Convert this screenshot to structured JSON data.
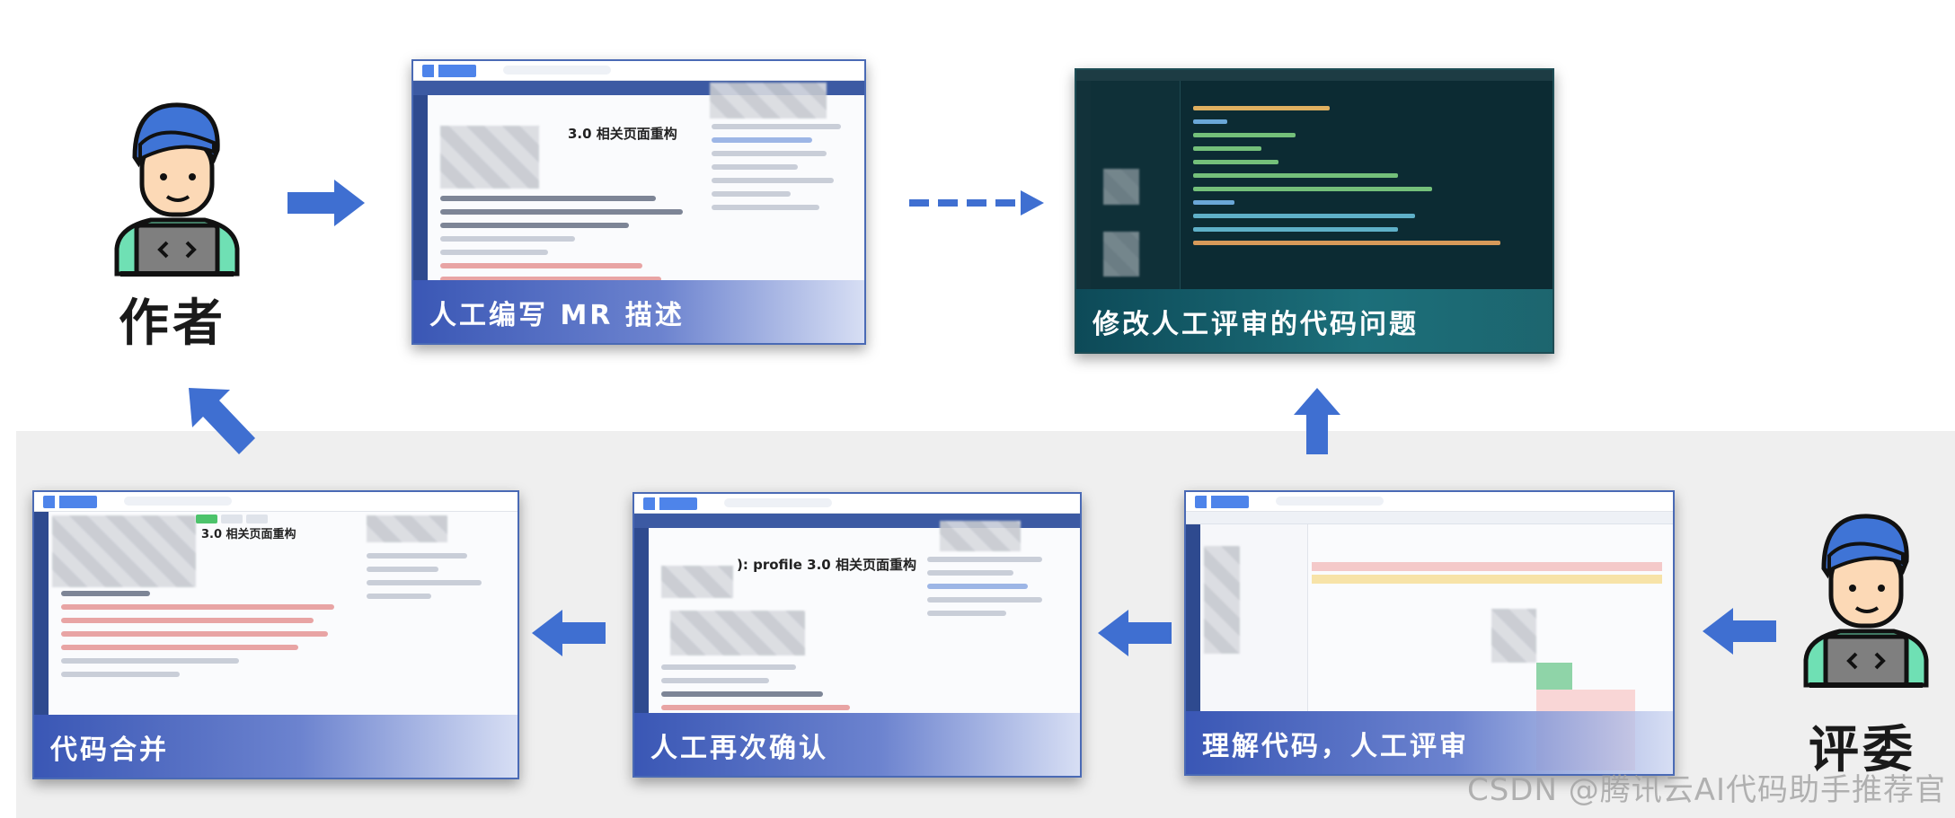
{
  "roles": {
    "author": "作者",
    "reviewer": "评委"
  },
  "steps": {
    "write_mr": "人工编写 MR 描述",
    "fix_issues": "修改人工评审的代码问题",
    "understand_review": "理解代码，人工评审",
    "confirm_again": "人工再次确认",
    "merge": "代码合并"
  },
  "mr_title": "3.0 相关页面重构",
  "mr_title_alt": "): profile 3.0 相关页面重构",
  "watermark": "CSDN @腾讯云AI代码助手推荐官",
  "colors": {
    "arrow_blue": "#3f6fd1",
    "card_border": "#4a6ab5",
    "caption_blue": "#3a57b5",
    "caption_teal": "#0d4a58",
    "band_gray": "#efefef"
  },
  "icons": [
    "developer-avatar-icon",
    "laptop-code-icon",
    "arrow-right-icon",
    "arrow-left-icon",
    "arrow-up-icon",
    "arrow-up-left-icon",
    "dashed-arrow-right-icon"
  ]
}
